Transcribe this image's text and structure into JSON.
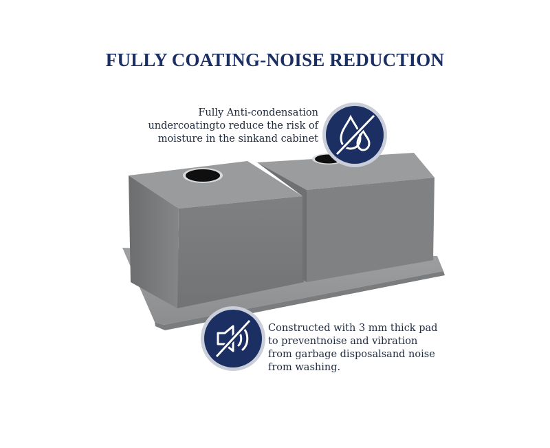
{
  "title": "FULLY COATING-NOISE REDUCTION",
  "callouts": {
    "anti_condensation": {
      "lines": [
        "Fully Anti-condensation",
        "undercoatingto reduce the risk of",
        "moisture in the sinkand cabinet"
      ],
      "icon": "no-water-drop-icon"
    },
    "noise_pad": {
      "lines": [
        "Constructed with 3 mm thick pad",
        "to preventnoise and vibration",
        "from garbage disposalsand noise",
        "from washing."
      ],
      "icon": "mute-speaker-icon"
    }
  },
  "colors": {
    "navy": "#1b2f63",
    "sink_gray": "#8a8b8d",
    "badge_ring": "#c9ced9"
  }
}
